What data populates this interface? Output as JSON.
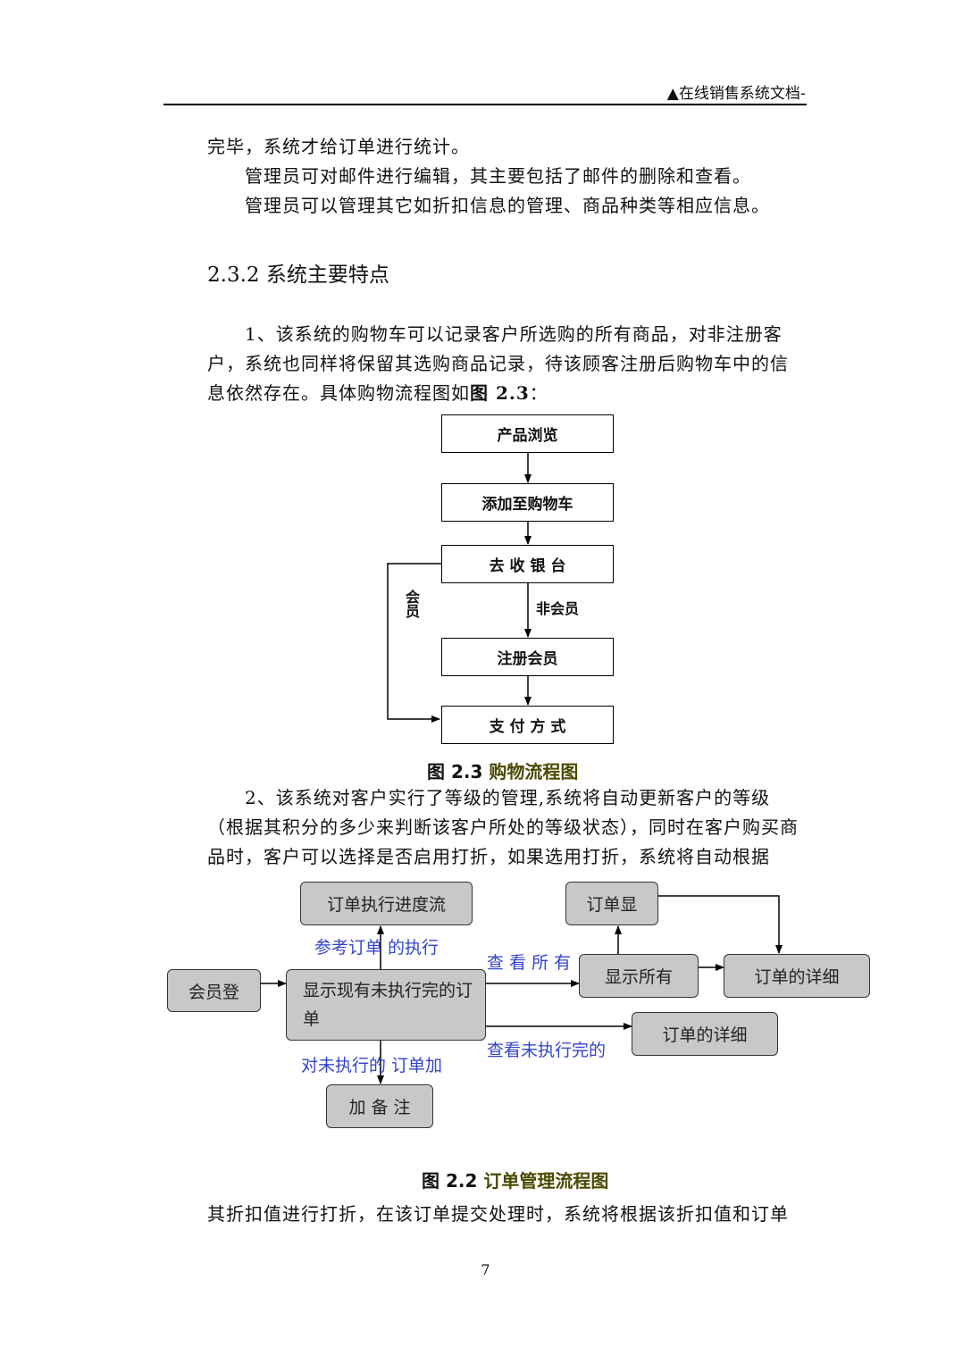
{
  "header": {
    "title": "▲在线销售系统文档-"
  },
  "paragraphs": {
    "p1": "完毕，系统才给订单进行统计。",
    "p2": "管理员可对邮件进行编辑，其主要包括了邮件的删除和查看。",
    "p3": "管理员可以管理其它如折扣信息的管理、商品种类等相应信息。",
    "section_title": "2.3.2  系统主要特点",
    "p4_text": "1、该系统的购物车可以记录客户所选购的所有商品，对非注册客户，系统也同样将保留其选购商品记录，待该顾客注册后购物车中的信息依然存在。具体购物流程图如",
    "p4_ref": "图 2.3",
    "p4_end": "：",
    "p5": "2、该系统对客户实行了等级的管理,系统将自动更新客户的等级（根据其积分的多少来判断该客户所处的等级状态），同时在客户购买商品时，客户可以选择是否启用打折，如果选用打折，系统将自动根据",
    "p6": "其折扣值进行打折，在该订单提交处理时，系统将根据该折扣值和订单"
  },
  "figure23": {
    "box1": "产品浏览",
    "box2": "添加至购物车",
    "box3": "去 收 银 台",
    "box4": "注册会员",
    "box5": "支 付 方 式",
    "label_nonmember": "非会员",
    "label_member": "会员",
    "caption_num": "图 2.3 ",
    "caption_title": "购物流程图"
  },
  "figure22": {
    "box_progress": "订单执行进度流",
    "box_display": "订单显",
    "box_login": "会员登",
    "box_main": "显示现有未执行完的订单",
    "box_show_all": "显示所有",
    "box_detail1": "订单的详细",
    "box_detail2": "订单的详细",
    "box_remark": "加 备 注",
    "label_ref": "参考订单  的执行",
    "label_view_all": "查 看 所 有",
    "label_view_pending": "查看未执行完的",
    "label_add_note": "对未执行的  订单加",
    "caption_num": "图 2.2 ",
    "caption_title": "订单管理流程图"
  },
  "page_number": "7"
}
